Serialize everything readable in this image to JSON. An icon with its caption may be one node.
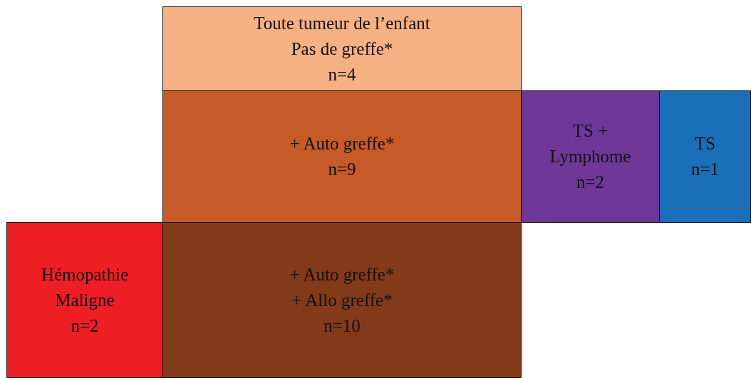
{
  "diagram": {
    "nodes": [
      {
        "text": [
          "Toute tumeur de l’enfant",
          "Pas de greffe*",
          "n=4"
        ]
      },
      {
        "text": [
          "+ Auto greffe*",
          "n=9"
        ]
      },
      {
        "text": [
          "TS + Lymphome",
          "n=2"
        ]
      },
      {
        "text": [
          "TS",
          "n=1"
        ]
      },
      {
        "text": [
          "Hémopathie Maligne",
          "n=2"
        ]
      },
      {
        "text": [
          "+ Auto greffe*",
          "+ Allo greffe*",
          "n=10"
        ]
      }
    ]
  }
}
